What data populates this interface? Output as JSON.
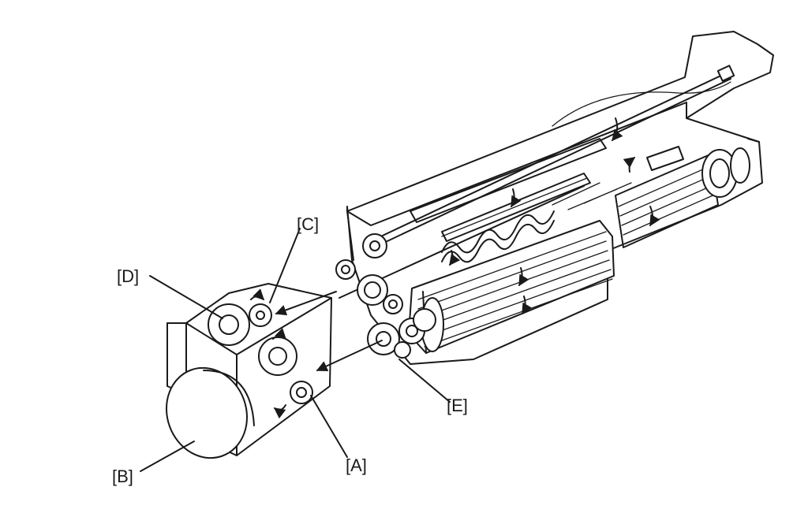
{
  "callouts": {
    "a": "[A]",
    "b": "[B]",
    "c": "[C]",
    "d": "[D]",
    "e": "[E]"
  },
  "colors": {
    "ink": "#1a1a1a",
    "paper": "#ffffff"
  }
}
